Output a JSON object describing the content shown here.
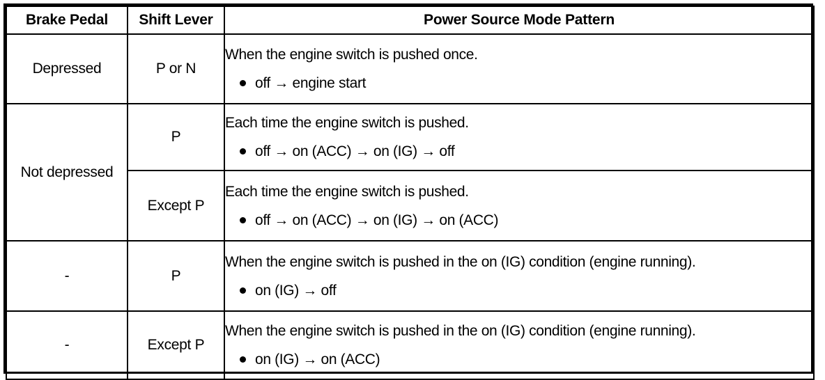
{
  "table": {
    "headers": [
      {
        "label": "Brake Pedal",
        "name": "header-brake-pedal"
      },
      {
        "label": "Shift Lever",
        "name": "header-shift-lever"
      },
      {
        "label": "Power Source Mode Pattern",
        "name": "header-power-source-mode-pattern"
      }
    ],
    "rows": [
      {
        "brake_pedal": "Depressed",
        "shift_lever": "P or N",
        "lead": "When the engine switch is pushed once.",
        "pattern": "off → engine start"
      },
      {
        "brake_pedal": "Not depressed",
        "shift_lever": "P",
        "lead": "Each time the engine switch is pushed.",
        "pattern": "off → on (ACC) → on (IG) → off"
      },
      {
        "brake_pedal": "",
        "shift_lever": "Except P",
        "lead": "Each time the engine switch is pushed.",
        "pattern": "off → on (ACC) → on (IG) → on (ACC)"
      },
      {
        "brake_pedal": "-",
        "shift_lever": "P",
        "lead": "When the engine switch is pushed in the on (IG) condition (engine running).",
        "pattern": "on (IG) → off"
      },
      {
        "brake_pedal": "-",
        "shift_lever": "Except P",
        "lead": "When the engine switch is pushed in the on (IG) condition (engine running).",
        "pattern": "on (IG) → on (ACC)"
      }
    ]
  },
  "colors": {
    "border": "#000000",
    "text": "#000000",
    "background": "#ffffff"
  }
}
